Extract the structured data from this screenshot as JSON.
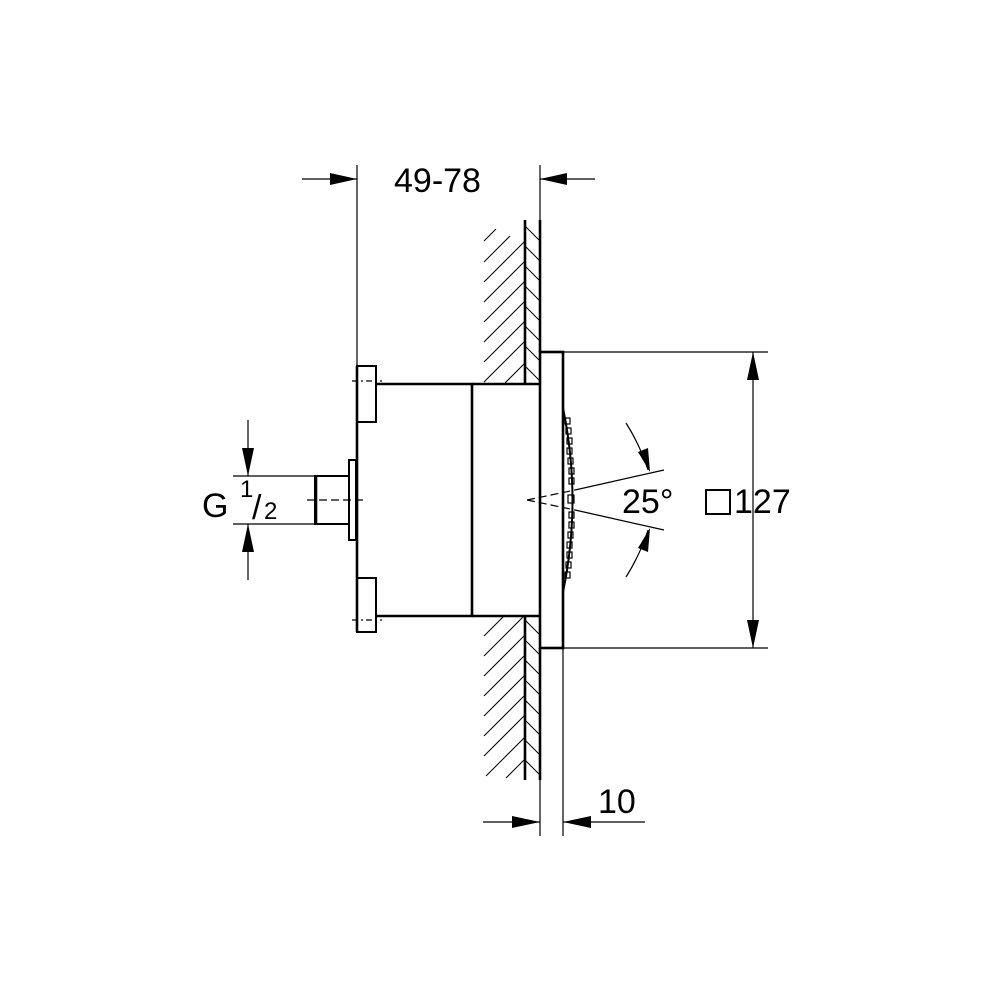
{
  "drawing": {
    "type": "technical-dimension-drawing",
    "subject": "wall-mounted body spray / shower head with concealed body",
    "line_color": "#000000",
    "background_color": "#ffffff"
  },
  "dimensions": {
    "installation_depth": {
      "label": "49-78",
      "unit": "mm"
    },
    "connection_thread": {
      "prefix": "G",
      "numerator": "1",
      "slash": "/",
      "denominator": "2"
    },
    "spray_angle": {
      "label": "25°"
    },
    "face_plate_size": {
      "symbol": "□",
      "value": "127",
      "label": "□127"
    },
    "plate_thickness": {
      "label": "10"
    }
  }
}
